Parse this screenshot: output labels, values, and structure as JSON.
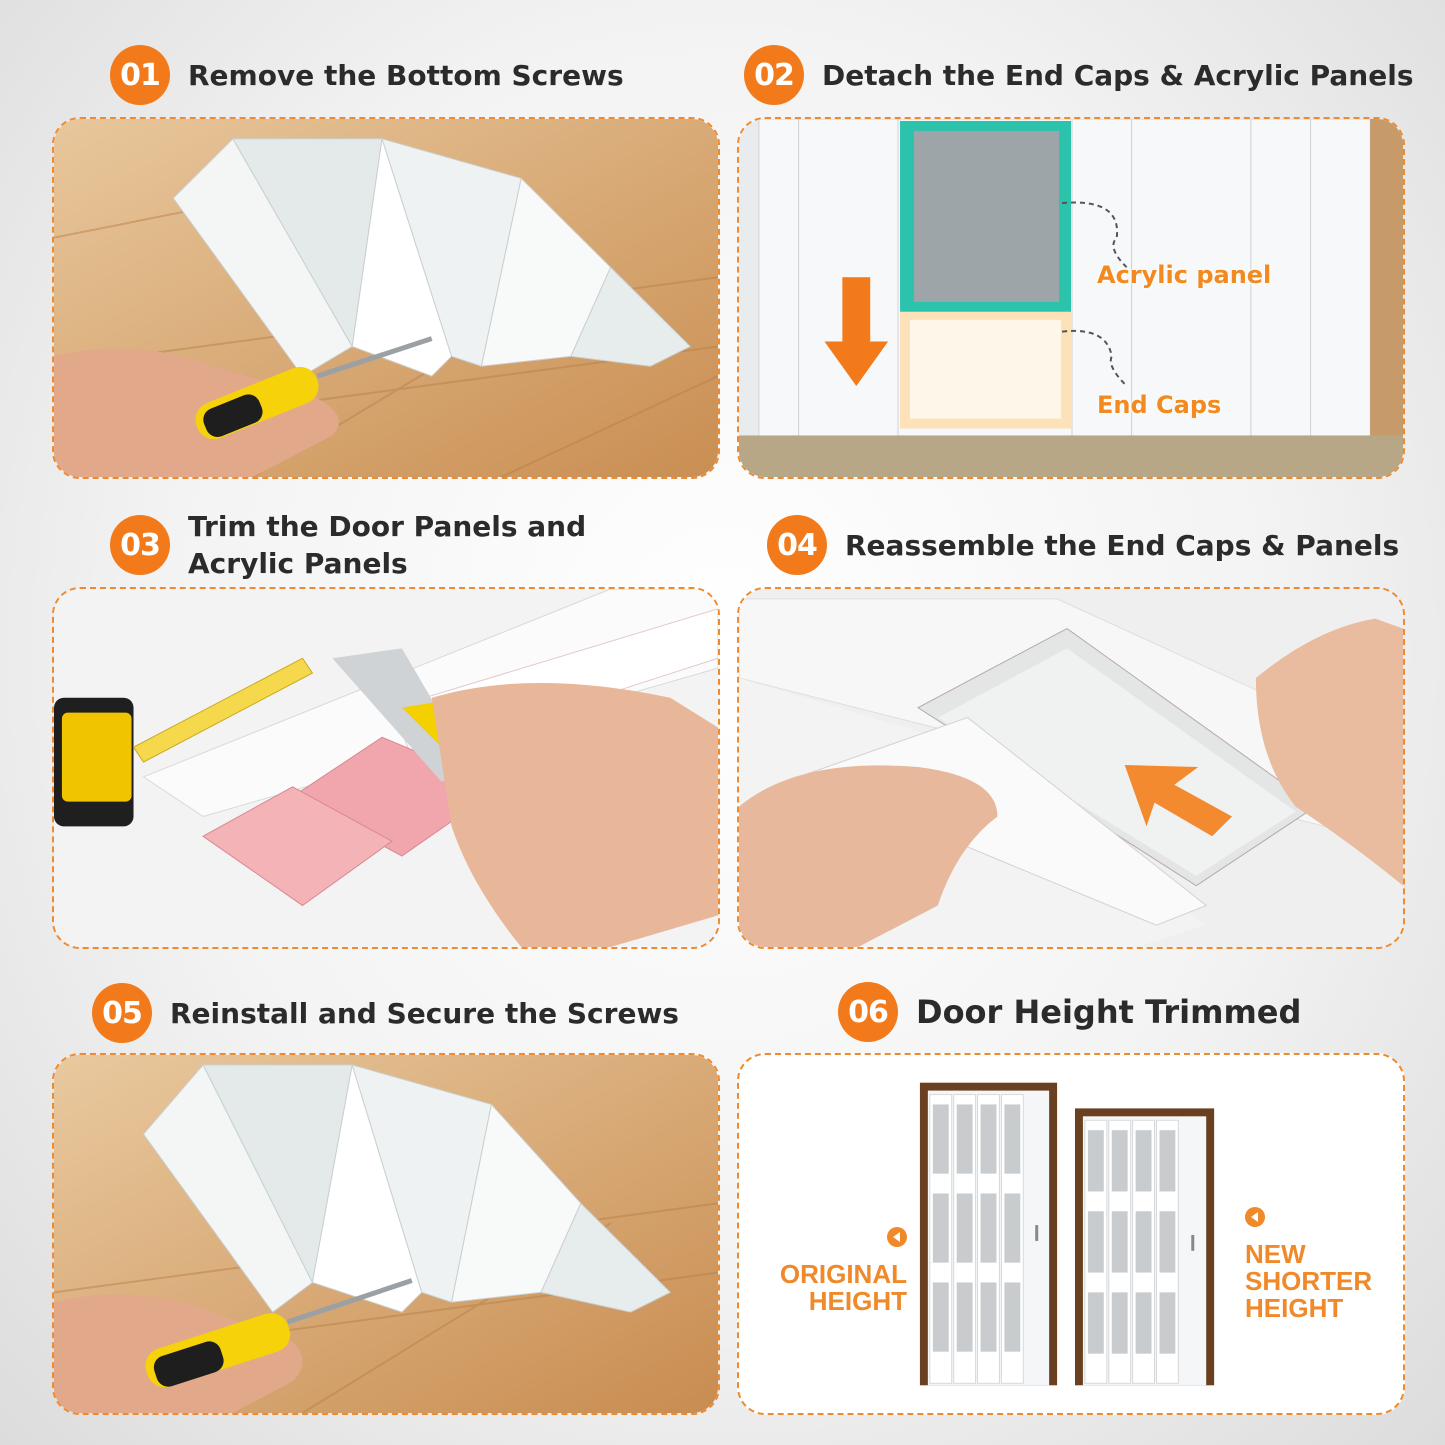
{
  "steps": [
    {
      "num": "01",
      "title": "Remove the Bottom Screws"
    },
    {
      "num": "02",
      "title": "Detach the End Caps & Acrylic Panels"
    },
    {
      "num": "03",
      "title": "Trim the Door Panels and\nAcrylic Panels"
    },
    {
      "num": "04",
      "title": "Reassemble the End Caps & Panels"
    },
    {
      "num": "05",
      "title": "Reinstall and Secure the Screws"
    },
    {
      "num": "06",
      "title": "Door Height Trimmed"
    }
  ],
  "callouts": {
    "acrylic_panel": "Acrylic panel",
    "end_caps": "End Caps"
  },
  "heights": {
    "original": "ORIGINAL\nHEIGHT",
    "new": "NEW\nSHORTER\nHEIGHT"
  },
  "colors": {
    "accent": "#f27a1a"
  }
}
